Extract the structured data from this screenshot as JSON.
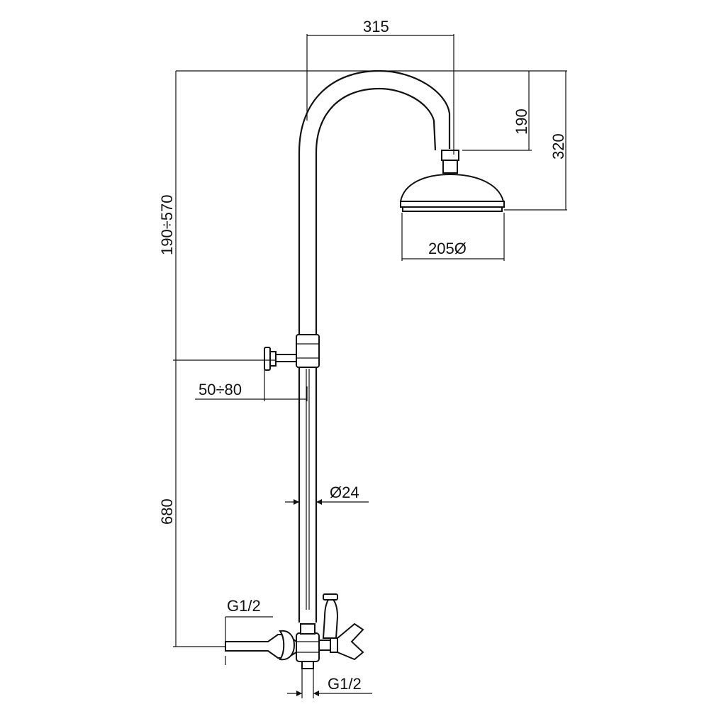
{
  "dimensions": {
    "arm_reach": "315",
    "arm_drop": "190",
    "head_height_total": "320",
    "head_diameter": "205Ø",
    "adjustable_height": "190÷570",
    "wall_bracket_offset": "50÷80",
    "pipe_diameter": "Ø24",
    "valve_height": "680",
    "inlet_wall_thread": "G1/2",
    "inlet_bottom_thread": "G1/2"
  },
  "colors": {
    "line": "#111111",
    "background": "#ffffff"
  }
}
